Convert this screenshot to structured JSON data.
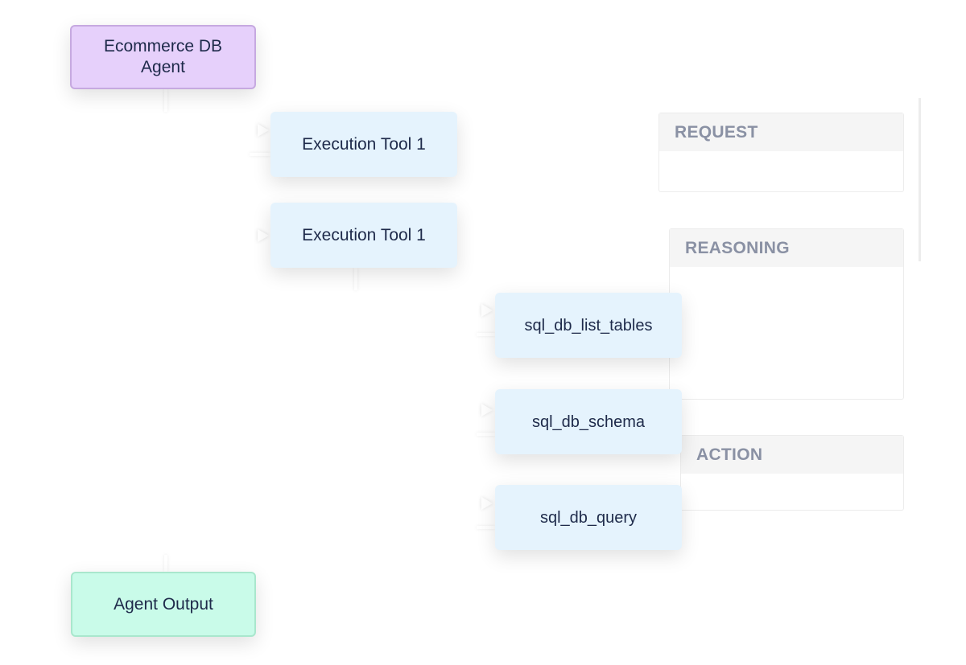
{
  "nodes": {
    "agent": "Ecommerce DB Agent",
    "exec_tool_1": "Execution Tool 1",
    "exec_tool_2": "Execution Tool 1",
    "list_tables": "sql_db_list_tables",
    "schema": "sql_db_schema",
    "query": "sql_db_query",
    "output": "Agent Output"
  },
  "panels": {
    "request": "REQUEST",
    "reasoning": "REASONING",
    "action": "ACTION"
  },
  "colors": {
    "agent": "#e6d0fb",
    "tool": "#e5f3fd",
    "output": "#c9fbe9",
    "text": "#1e2a4a",
    "panel_header": "#8a91a4"
  }
}
